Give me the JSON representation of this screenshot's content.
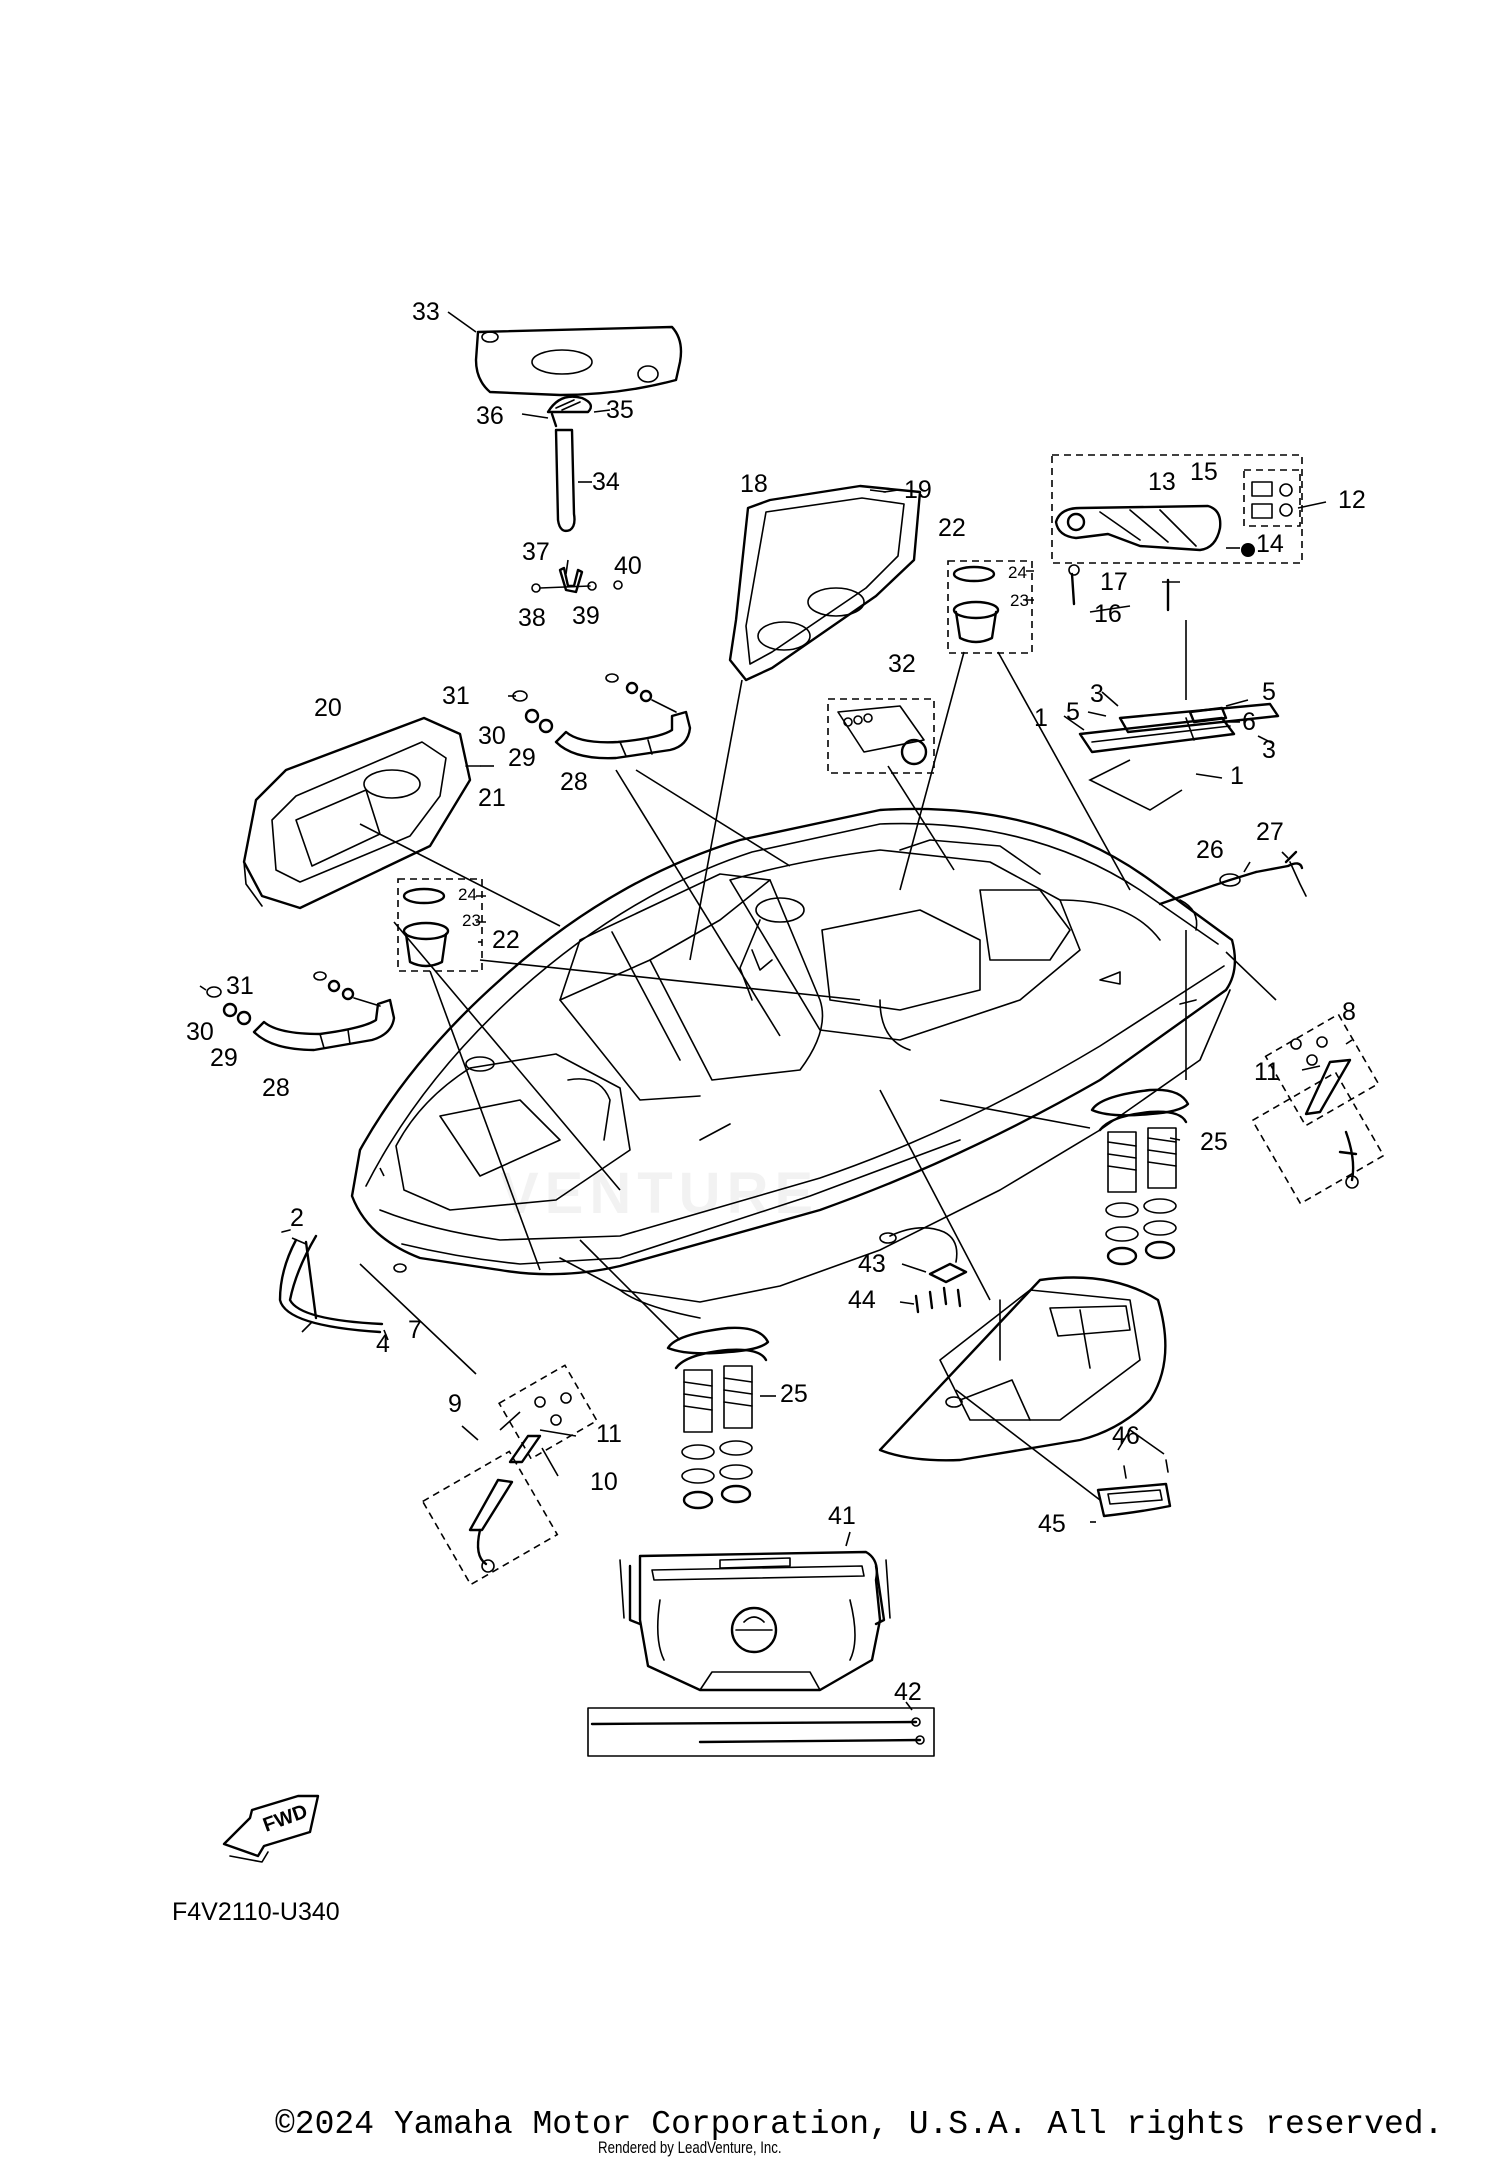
{
  "figure_code": "F4V2110-U340",
  "fwd_label": "FWD",
  "copyright": "©2024 Yamaha Motor Corporation, U.S.A. All rights reserved.",
  "rendered_by": "Rendered by LeadVenture, Inc.",
  "watermark": "VENTURE",
  "callouts": {
    "c1a": "1",
    "c1b": "1",
    "c2": "2",
    "c3a": "3",
    "c3b": "3",
    "c4": "4",
    "c5a": "5",
    "c5b": "5",
    "c6": "6",
    "c7": "7",
    "c8": "8",
    "c9": "9",
    "c10": "10",
    "c11a": "11",
    "c11b": "11",
    "c12": "12",
    "c13": "13",
    "c14": "14",
    "c15": "15",
    "c16": "16",
    "c17": "17",
    "c18": "18",
    "c19": "19",
    "c20": "20",
    "c21": "21",
    "c22a": "22",
    "c22b": "22",
    "c23a": "23",
    "c23b": "23",
    "c24a": "24",
    "c24b": "24",
    "c25a": "25",
    "c25b": "25",
    "c26": "26",
    "c27": "27",
    "c28a": "28",
    "c28b": "28",
    "c29a": "29",
    "c29b": "29",
    "c30a": "30",
    "c30b": "30",
    "c31a": "31",
    "c31b": "31",
    "c32": "32",
    "c33": "33",
    "c34": "34",
    "c35": "35",
    "c36": "36",
    "c37": "37",
    "c38": "38",
    "c39": "39",
    "c40": "40",
    "c41": "41",
    "c42": "42",
    "c43": "43",
    "c44": "44",
    "c45": "45",
    "c46": "46"
  }
}
